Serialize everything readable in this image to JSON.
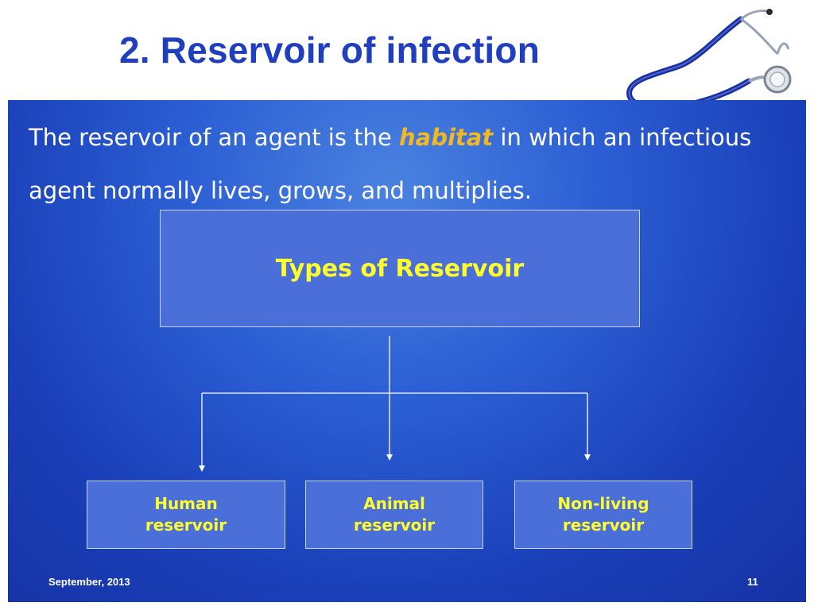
{
  "slide": {
    "title": "2. Reservoir of infection",
    "intro_before": "The reservoir of an agent is the ",
    "intro_highlight": "habitat",
    "intro_after": " in which an infectious agent normally lives, grows, and multiplies."
  },
  "diagram": {
    "root": "Types of Reservoir",
    "children": [
      {
        "line1": "Human",
        "line2": "reservoir"
      },
      {
        "line1": "Animal",
        "line2": "reservoir"
      },
      {
        "line1": "Non-living",
        "line2": "reservoir"
      }
    ]
  },
  "footer": {
    "date": "September, 2013",
    "page_number": "11"
  },
  "colors": {
    "title": "#1f3fbf",
    "panel": "#2c5fd4",
    "highlight": "#f2b824",
    "box_text": "#ffff2e",
    "box_fill": "#4a6fd8"
  },
  "icons": [
    "stethoscope-icon"
  ]
}
